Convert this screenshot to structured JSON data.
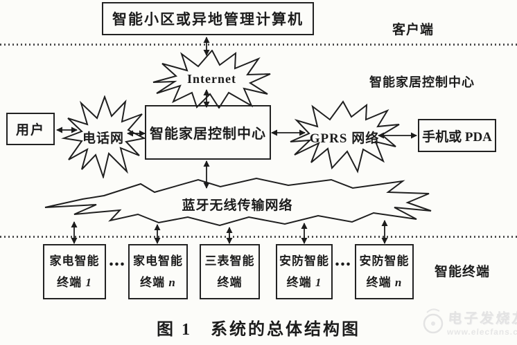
{
  "diagram": {
    "caption": "图 1　系统的总体结构图",
    "regions": {
      "client": "客户端",
      "control_center": "智能家居控制中心",
      "terminals": "智能终端"
    },
    "nodes": {
      "management_computer": "智能小区或异地管理计算机",
      "internet": "Internet",
      "user": "用户",
      "telephone_network": "电话网",
      "control_center": "智能家居控制中心",
      "gprs_network": "GPRS 网络",
      "mobile_pda": "手机或 PDA",
      "bluetooth_network": "蓝牙无线传输网络"
    },
    "terminals": [
      {
        "line1": "家电智能",
        "line2": "终端 ",
        "var": "1"
      },
      {
        "line1": "家电智能",
        "line2": "终端 ",
        "var": "n"
      },
      {
        "line1": "三表智能",
        "line2": "终端",
        "var": ""
      },
      {
        "line1": "安防智能",
        "line2": "终端 ",
        "var": "1"
      },
      {
        "line1": "安防智能",
        "line2": "终端 ",
        "var": "n"
      }
    ],
    "ellipsis": "...",
    "colors": {
      "ink": "#1c1c1c",
      "background": "#fcfcf9",
      "watermark": "#e3e3e3"
    }
  },
  "watermark": {
    "brand": "电子发烧友",
    "url": "www.elecfans.com"
  }
}
